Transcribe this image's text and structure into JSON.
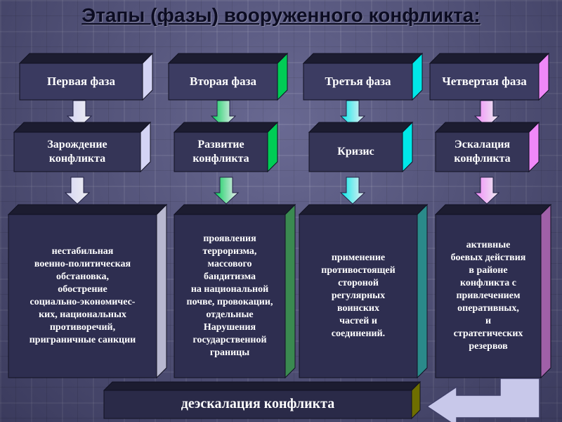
{
  "title": "Этапы (фазы) вооруженного конфликта:",
  "colors": {
    "phase1": "#d4d4f4",
    "phase2": "#00cc55",
    "phase3": "#00e8e8",
    "phase4": "#f088f8",
    "box_front": "#2e2e4e",
    "deescalation_side": "#6e6e00"
  },
  "phases": [
    {
      "label": "Первая фаза",
      "stage": "Зарождение\nконфликта",
      "details": "нестабильная\nвоенно-политическая\nобстановка,\nобострение\nсоциально-экономичес-\nких, национальных\nпротиворечий,\nприграничные санкции"
    },
    {
      "label": "Вторая фаза",
      "stage": "Развитие\nконфликта",
      "details": "проявления\nтерроризма,\nмассового\nбандитизма\nна национальной\nпочве, провокации,\nотдельные\nНарушения\nгосударственной\nграницы"
    },
    {
      "label": "Третья фаза",
      "stage": "Кризис",
      "details": "применение\nпротивостоящей\nстороной\nрегулярных\nвоинских\nчастей и\nсоединений."
    },
    {
      "label": "Четвертая фаза",
      "stage": "Эскалация\nконфликта",
      "details": "активные\nбоевых действия\nв районе\nконфликта с\nпривлечением\nоперативных,\nи\nстратегических\nрезервов"
    }
  ],
  "deescalation": "деэскалация конфликта",
  "icons": [
    "down-arrow-icon",
    "back-arrow-icon"
  ]
}
